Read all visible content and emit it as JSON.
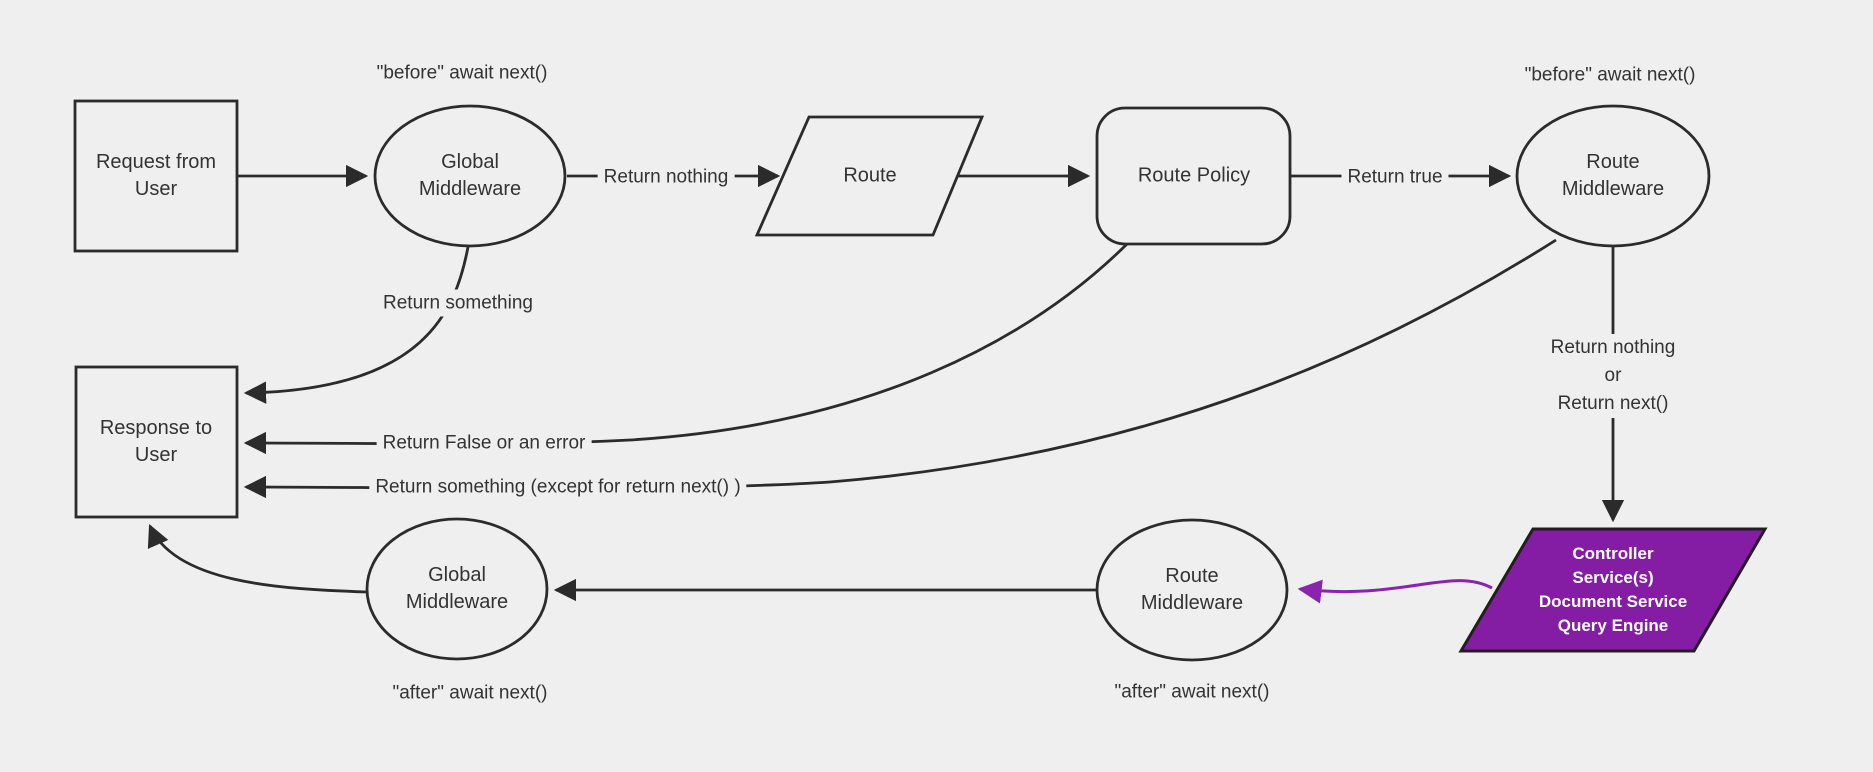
{
  "diagram": {
    "nodes": {
      "request_from_user": "Request from\nUser",
      "global_middleware_top": "Global\nMiddleware",
      "route": "Route",
      "route_policy": "Route Policy",
      "route_middleware_top": "Route\nMiddleware",
      "controller_services": "Controller\nService(s)\nDocument Service\nQuery Engine",
      "route_middleware_bottom": "Route\nMiddleware",
      "global_middleware_bottom": "Global\nMiddleware",
      "response_to_user": "Response to\nUser"
    },
    "edge_labels": {
      "before_await_next_left": "\"before\" await next()",
      "before_await_next_right": "\"before\" await next()",
      "return_nothing": "Return nothing",
      "return_true": "Return true",
      "return_something": "Return something",
      "return_false_or_error": "Return False or an error",
      "return_something_except": "Return something (except for return next() )",
      "return_nothing_or_next": "Return nothing\nor\nReturn next()",
      "after_await_next_left": "\"after\" await next()",
      "after_await_next_right": "\"after\" await next()"
    },
    "colors": {
      "background": "#efefef",
      "line": "#2b2b2b",
      "text": "#333333",
      "node_fill": "#efefef",
      "purple_fill": "#841da4",
      "purple_arrow": "#8a23ad",
      "purple_text": "#ffffff"
    }
  }
}
